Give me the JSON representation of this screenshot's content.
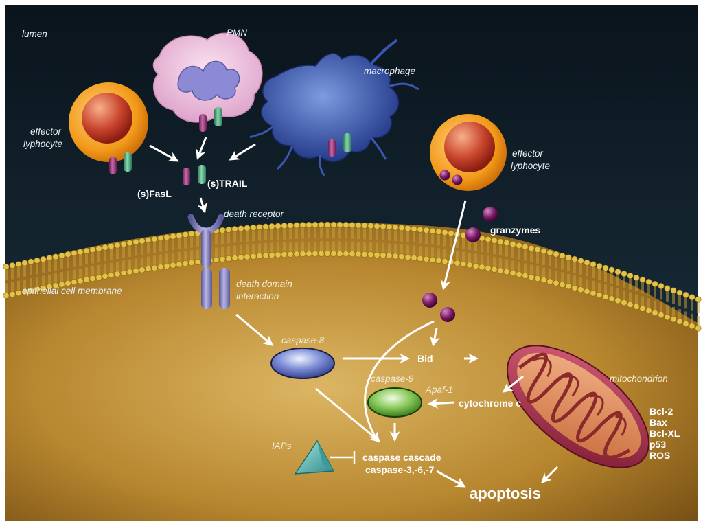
{
  "labels": {
    "lumen": "lumen",
    "pmn": "PMN",
    "macrophage": "macrophage",
    "effector_left_line1": "effector",
    "effector_left_line2": "lyphocyte",
    "effector_right_line1": "effector",
    "effector_right_line2": "lyphocyte",
    "fasl": "(s)FasL",
    "trail": "(s)TRAIL",
    "death_receptor": "death receptor",
    "granzymes": "granzymes",
    "membrane": "epithelial cell membrane",
    "death_domain_line1": "death domain",
    "death_domain_line2": "interaction",
    "caspase8": "caspase-8",
    "bid": "Bid",
    "caspase9": "caspase-9",
    "apaf1": "Apaf-1",
    "cytochrome_c": "cytochrome c",
    "mitochondrion": "mitochondrion",
    "iaps": "IAPs",
    "caspase_cascade": "caspase cascade",
    "caspase_367": "caspase-3,-6,-7",
    "apoptosis": "apoptosis"
  },
  "mito_factors": [
    "Bcl-2",
    "Bax",
    "Bcl-XL",
    "p53",
    "ROS"
  ],
  "colors": {
    "lumen_top": "#0b1620",
    "lumen_bottom": "#1c3340",
    "cytoplasm_light": "#d9b35a",
    "cytoplasm_dark": "#8a5f18",
    "lipid_head": "#e3c24a",
    "fasl": "#8a2e6e",
    "trail": "#3f9a76",
    "caspase8": "#4a5aa8",
    "caspase9": "#4e9a2c",
    "mito": "#a8304a",
    "iaps": "#4fb0b0",
    "granzyme": "#5a0e4a"
  }
}
